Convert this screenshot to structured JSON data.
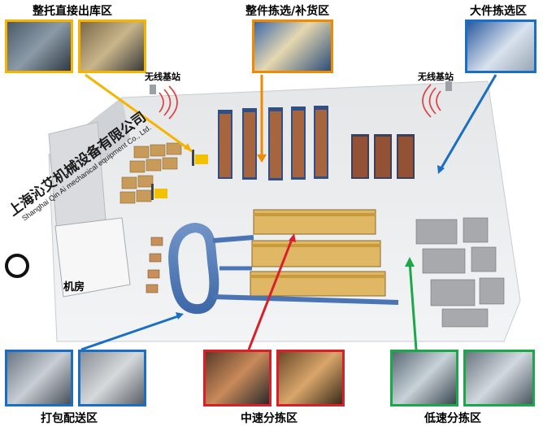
{
  "zones": {
    "pallet_outbound": "整托直接出库区",
    "full_case_picking": "整件拣选/补货区",
    "bulky_picking": "大件拣选区",
    "packing_shipping": "打包配送区",
    "medium_speed_picking": "中速分拣区",
    "low_speed_picking": "低速分拣区"
  },
  "facilities": {
    "wireless_station_left": "无线基站",
    "wireless_station_right": "无线基站",
    "machine_room": "机房"
  },
  "watermark": {
    "cn": "上海沁艾机械设备有限公司",
    "en": "Shanghai Qin Ai mechanical equipment Co., Ltd."
  },
  "colors": {
    "yellow_callout": "#f5b400",
    "orange_callout": "#f08a00",
    "blue_callout": "#1b6fc2",
    "red_callout": "#d8202a",
    "green_callout": "#1aa84a"
  }
}
